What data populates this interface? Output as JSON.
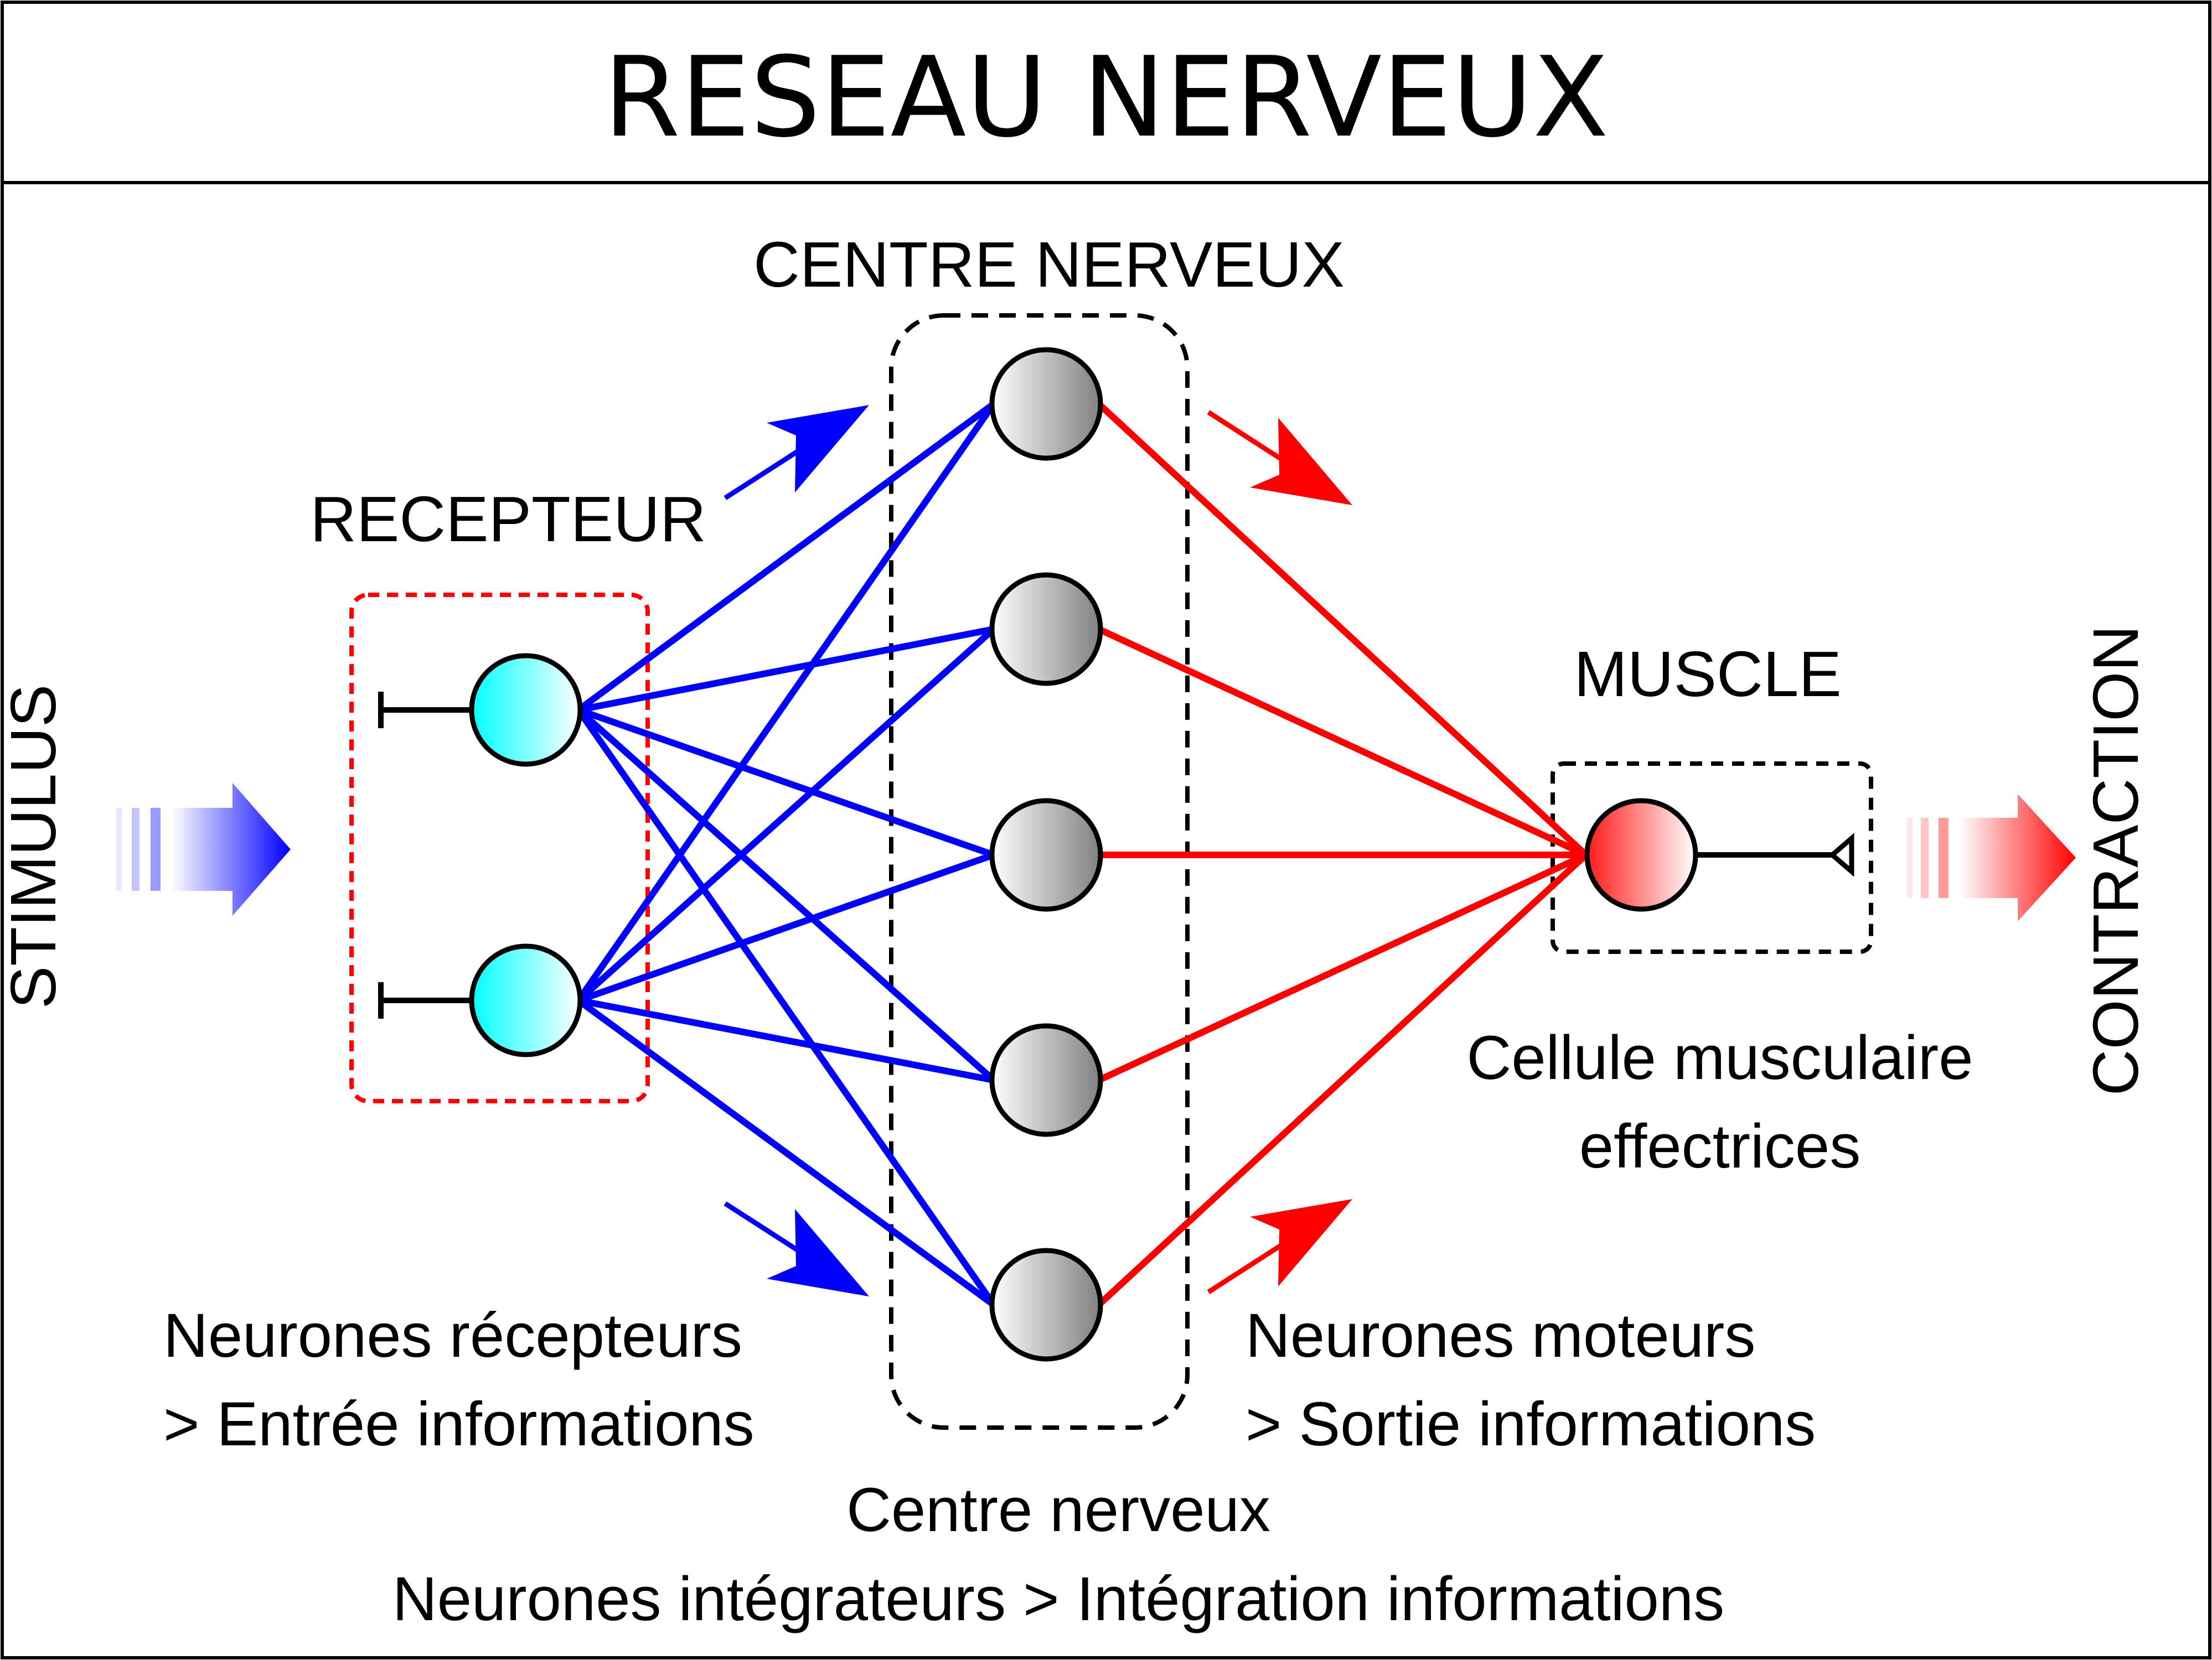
{
  "title": "RESEAU NERVEUX",
  "labels": {
    "stimulus": "STIMULUS",
    "contraction": "CONTRACTION",
    "centre_nerveux": "CENTRE NERVEUX",
    "recepteur": "RECEPTEUR",
    "muscle": "MUSCLE"
  },
  "descriptions": {
    "muscle_cell": [
      "Cellule musculaire",
      "effectrices"
    ],
    "receptor_neurons": [
      "Neurones récepteurs",
      "> Entrée informations"
    ],
    "motor_neurons": [
      "Neurones moteurs",
      "> Sortie informations"
    ],
    "centre": [
      "Centre nerveux",
      "Neurones intégrateurs > Intégration informations"
    ]
  },
  "network": {
    "receptor_neuron_count": 2,
    "integrator_neuron_count": 5,
    "muscle_cell_count": 1
  },
  "colors": {
    "receptor": "#00ffff",
    "integrator": "#888888",
    "muscle": "#ff0000",
    "input_connection": "#0000ff",
    "output_connection": "#ff0000",
    "receptor_box_border": "#ff0000",
    "dashed_box_border": "#000000"
  }
}
